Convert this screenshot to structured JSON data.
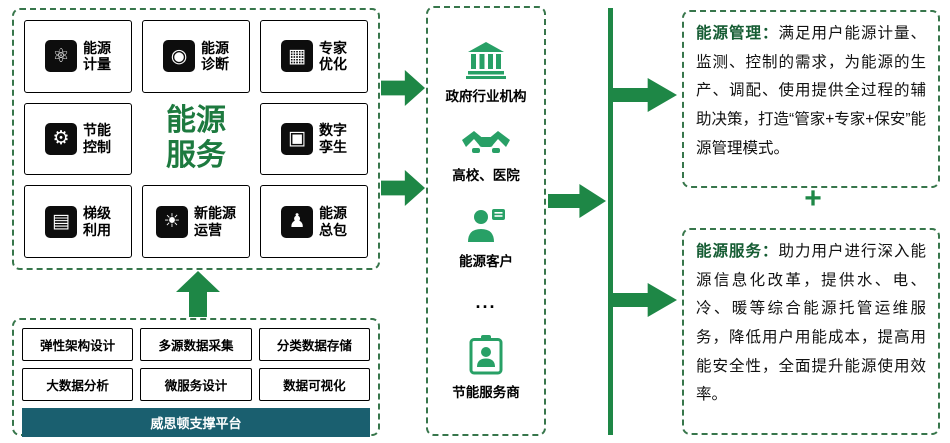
{
  "colors": {
    "arrow_green": "#1e8746",
    "icon_green": "#28a066",
    "title_green": "#1d7a3f",
    "lead_green": "#155c33",
    "teal_bar": "#1a5f6f",
    "panel_border_green": "#37764b"
  },
  "services": {
    "title": "能源\n服务",
    "items": [
      {
        "icon": "atom-icon",
        "glyph": "⚛",
        "label": "能源\n计量"
      },
      {
        "icon": "globe-diagnosis-icon",
        "glyph": "◉",
        "label": "能源\n诊断"
      },
      {
        "icon": "expert-grid-icon",
        "glyph": "▦",
        "label": "专家\n优化"
      },
      {
        "icon": "car-control-icon",
        "glyph": "⚙",
        "label": "节能\n控制"
      },
      {
        "icon": "digital-twin-device-icon",
        "glyph": "▣",
        "label": "数字\n孪生"
      },
      {
        "icon": "building-cascade-icon",
        "glyph": "▤",
        "label": "梯级\n利用"
      },
      {
        "icon": "renewable-energy-icon",
        "glyph": "☀",
        "label": "新能源\n运营"
      },
      {
        "icon": "person-icon",
        "glyph": "♟",
        "label": "能源\n总包"
      }
    ]
  },
  "platform": {
    "items": [
      "弹性架构设计",
      "多源数据采集",
      "分类数据存储",
      "大数据分析",
      "微服务设计",
      "数据可视化"
    ],
    "bar": "威思顿支撑平台"
  },
  "customers": {
    "items": [
      {
        "icon": "bank-icon",
        "label": "政府行业机构"
      },
      {
        "icon": "handshake-icon",
        "label": "高校、医院"
      },
      {
        "icon": "customer-person-icon",
        "label": "能源客户"
      },
      {
        "icon": "ellipsis",
        "label": "..."
      },
      {
        "icon": "id-badge-icon",
        "label": "节能服务商"
      }
    ]
  },
  "right": {
    "plus": "+",
    "management": {
      "lead": "能源管理：",
      "body": "满足用户能源计量、监测、控制的需求，为能源的生产、调配、使用提供全过程的辅助决策，打造“管家+专家+保安”能源管理模式。"
    },
    "service": {
      "lead": "能源服务：",
      "body": "助力用户进行深入能源信息化改革，提供水、电、冷、暖等综合能源托管运维服务，降低用户用能成本，提高用能安全性，全面提升能源使用效率。"
    }
  }
}
